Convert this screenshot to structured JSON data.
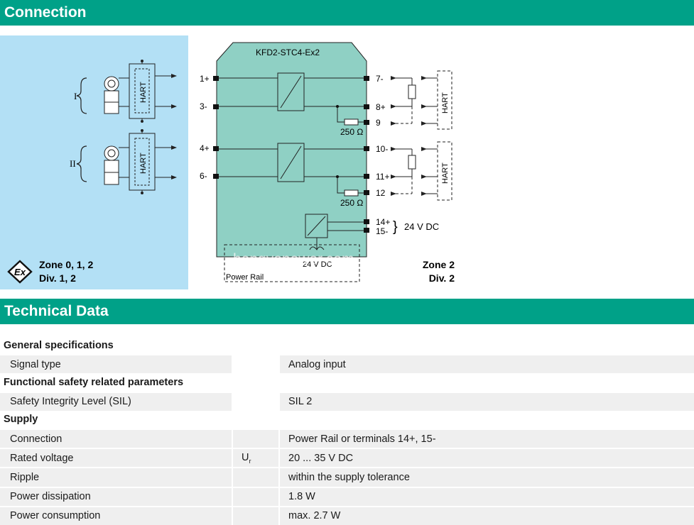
{
  "connection": {
    "title": "Connection",
    "device_name": "KFD2-STC4-Ex2",
    "zone_left": [
      "Zone 0, 1, 2",
      "Div. 1, 2"
    ],
    "zone_right": [
      "Zone 2",
      "Div. 2"
    ],
    "ex_symbol": "Ex",
    "channel_labels": [
      "I",
      "II"
    ],
    "hart": "HART",
    "left_terminals": [
      "1+",
      "3-",
      "4+",
      "6-"
    ],
    "right_terminals": [
      "7-",
      "8+",
      "9",
      "10-",
      "11+",
      "12",
      "14+",
      "15-"
    ],
    "resistor": "250 Ω",
    "supply": "24 V DC",
    "rail_supply": "24 V DC",
    "power_rail": "Power Rail",
    "watermark": "hengyopower.com"
  },
  "technical": {
    "title": "Technical Data",
    "sections": [
      {
        "heading": "General specifications",
        "rows": [
          {
            "label": "Signal type",
            "symbol": "",
            "value": "Analog input"
          }
        ]
      },
      {
        "heading": "Functional safety related parameters",
        "rows": [
          {
            "label": "Safety Integrity Level (SIL)",
            "symbol": "",
            "value": "SIL 2"
          }
        ]
      },
      {
        "heading": "Supply",
        "rows": [
          {
            "label": "Connection",
            "symbol": "",
            "value": "Power Rail or terminals 14+, 15-"
          },
          {
            "label": "Rated voltage",
            "symbol": "U",
            "symbol_sub": "r",
            "value": "20 ... 35 V DC"
          },
          {
            "label": "Ripple",
            "symbol": "",
            "value": "within the supply tolerance"
          },
          {
            "label": "Power dissipation",
            "symbol": "",
            "value": "1.8 W"
          },
          {
            "label": "Power consumption",
            "symbol": "",
            "value": "max. 2.7 W"
          }
        ]
      }
    ]
  },
  "colors": {
    "banner": "#00a188",
    "left_panel": "#b3e0f5",
    "device": "#8fd0c4"
  }
}
